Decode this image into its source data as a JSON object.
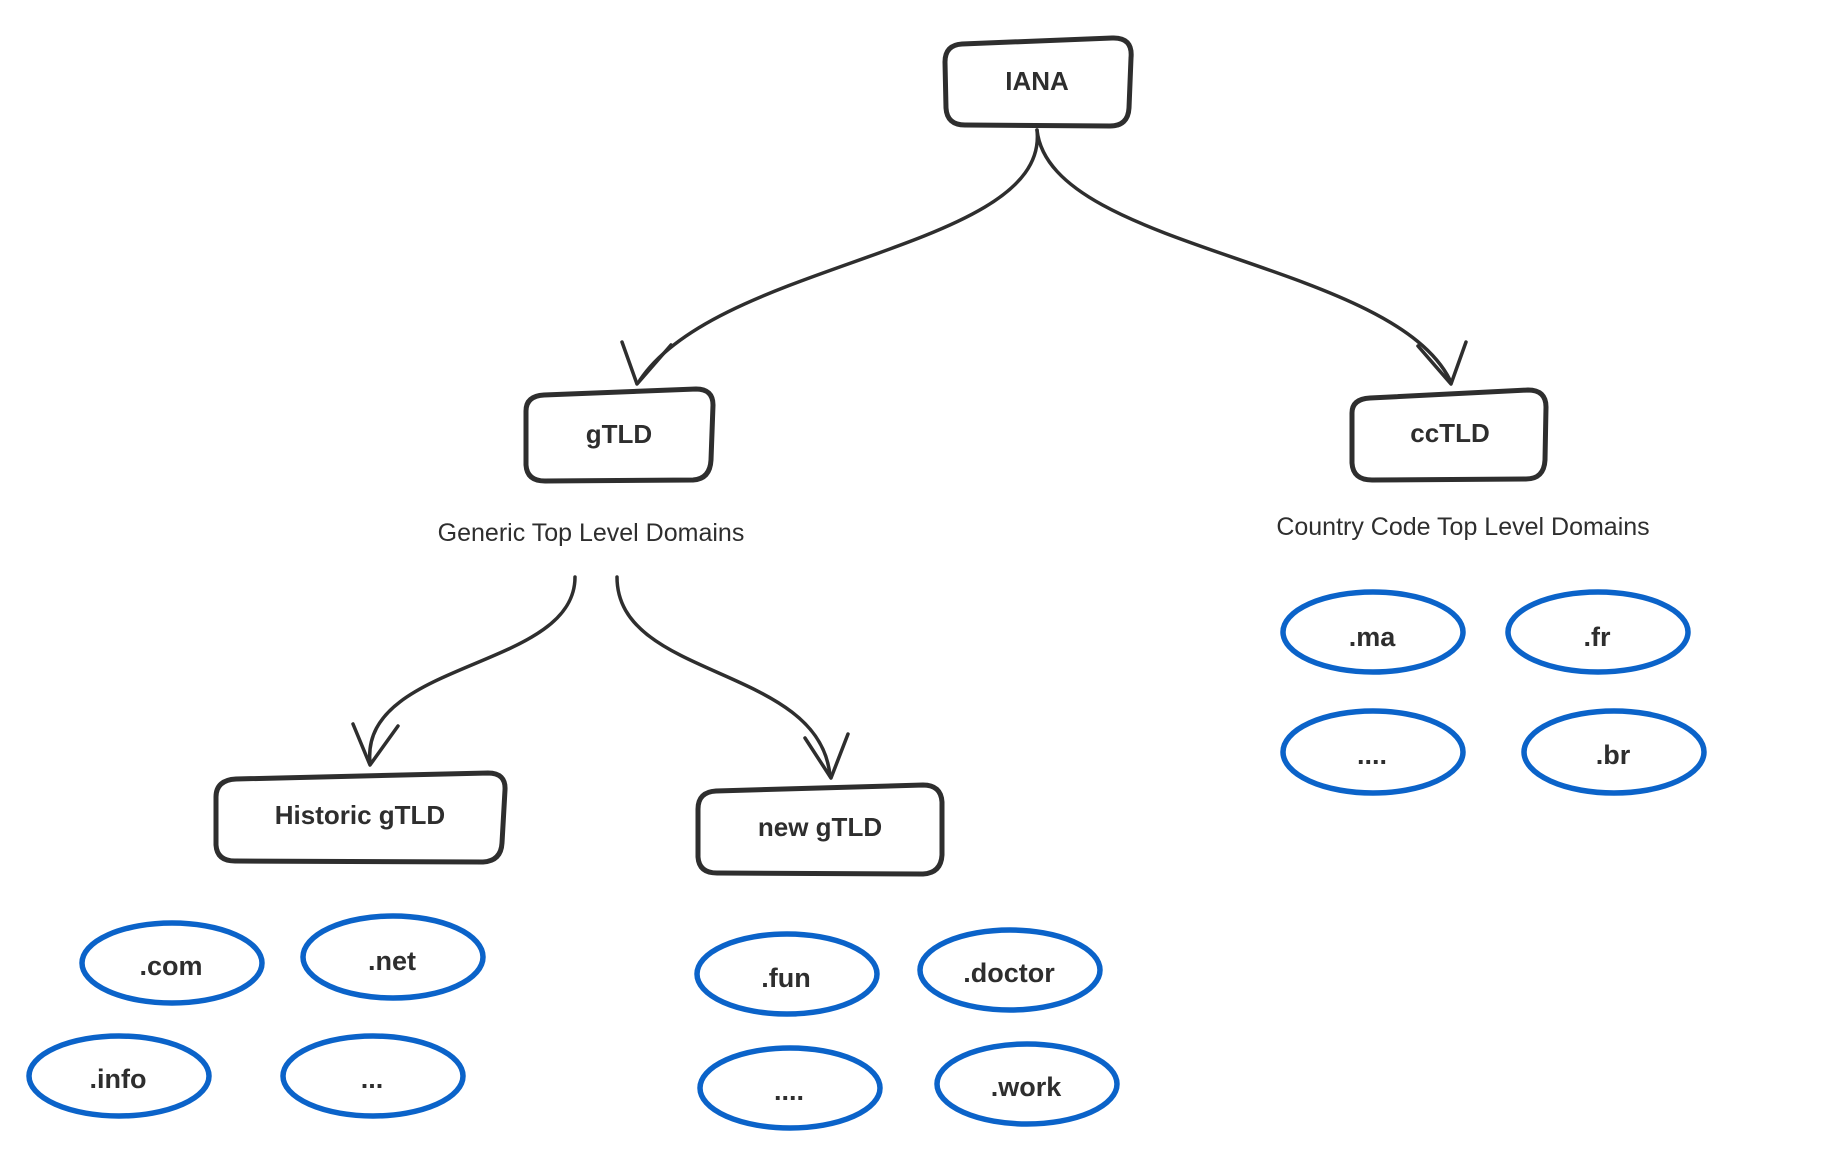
{
  "nodes": {
    "iana": "IANA",
    "gtld": "gTLD",
    "cctld": "ccTLD",
    "historic_gtld": "Historic gTLD",
    "new_gtld": "new gTLD"
  },
  "captions": {
    "gtld": "Generic Top Level Domains",
    "cctld": "Country Code Top Level Domains"
  },
  "historic_leaves": [
    ".com",
    ".net",
    ".info",
    "..."
  ],
  "new_leaves": [
    ".fun",
    ".doctor",
    "....",
    ".work"
  ],
  "cctld_leaves": [
    ".ma",
    ".fr",
    "....",
    ".br"
  ],
  "colors": {
    "box_stroke": "#2e2e2e",
    "leaf_stroke": "#0b63c9",
    "text": "#2e2e2e"
  }
}
